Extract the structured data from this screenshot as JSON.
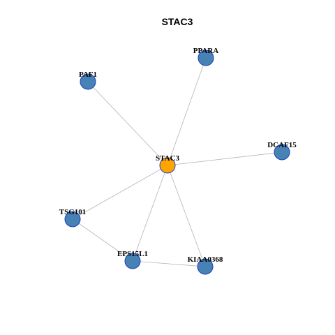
{
  "title": "STAC3",
  "colors": {
    "center_node": "#ffa500",
    "neighbor_node": "#4682b4",
    "node_border": "#1f3fbf",
    "edge": "#b3b3b3"
  },
  "nodes": [
    {
      "id": "STAC3",
      "label": "STAC3",
      "role": "center"
    },
    {
      "id": "PPARA",
      "label": "PPARA",
      "role": "neighbor"
    },
    {
      "id": "PAF1",
      "label": "PAF1",
      "role": "neighbor"
    },
    {
      "id": "DCAF15",
      "label": "DCAF15",
      "role": "neighbor"
    },
    {
      "id": "TSG101",
      "label": "TSG101",
      "role": "neighbor"
    },
    {
      "id": "EPS15L1",
      "label": "EPS15L1",
      "role": "neighbor"
    },
    {
      "id": "KIAA0368",
      "label": "KIAA0368",
      "role": "neighbor"
    }
  ],
  "edges": [
    {
      "source": "STAC3",
      "target": "PPARA"
    },
    {
      "source": "STAC3",
      "target": "PAF1"
    },
    {
      "source": "STAC3",
      "target": "DCAF15"
    },
    {
      "source": "STAC3",
      "target": "TSG101"
    },
    {
      "source": "STAC3",
      "target": "EPS15L1"
    },
    {
      "source": "STAC3",
      "target": "KIAA0368"
    },
    {
      "source": "TSG101",
      "target": "EPS15L1"
    },
    {
      "source": "EPS15L1",
      "target": "KIAA0368"
    }
  ]
}
